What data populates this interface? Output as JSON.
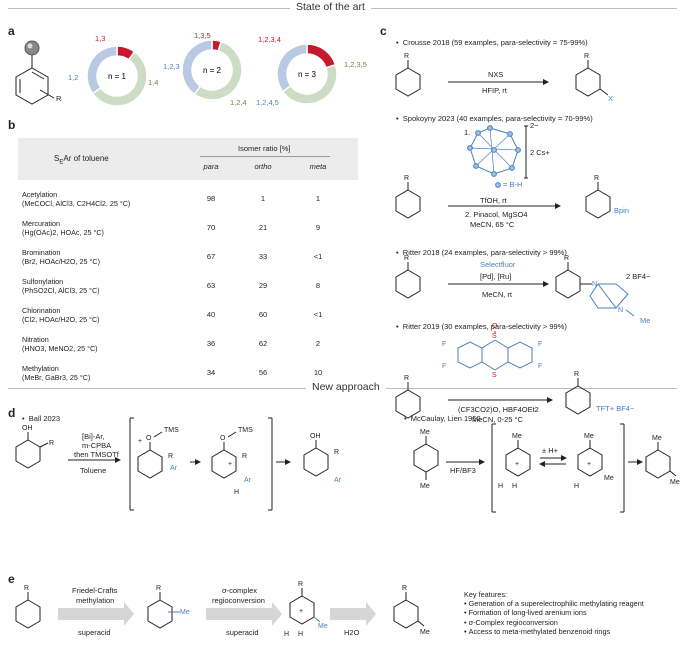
{
  "sections": {
    "top": "State of the art",
    "bottom": "New approach"
  },
  "panels": {
    "a": "a",
    "b": "b",
    "c": "c",
    "d": "d",
    "e": "e"
  },
  "donuts": [
    {
      "label": "n = 1",
      "segments": [
        {
          "name": "1,3",
          "value": 0.1,
          "color": "#c8182b"
        },
        {
          "name": "1,4",
          "value": 0.55,
          "color": "#cddcc5"
        },
        {
          "name": "1,2",
          "value": 0.35,
          "color": "#b9c9e3"
        }
      ]
    },
    {
      "label": "n = 2",
      "segments": [
        {
          "name": "1,3,5",
          "value": 0.05,
          "color": "#c8182b"
        },
        {
          "name": "1,2,4",
          "value": 0.55,
          "color": "#cddcc5"
        },
        {
          "name": "1,2,3",
          "value": 0.4,
          "color": "#b9c9e3"
        }
      ]
    },
    {
      "label": "n = 3",
      "segments": [
        {
          "name": "1,2,3,4",
          "value": 0.2,
          "color": "#c8182b"
        },
        {
          "name": "1,2,3,5",
          "value": 0.45,
          "color": "#cddcc5"
        },
        {
          "name": "1,2,4,5",
          "value": 0.35,
          "color": "#b9c9e3"
        }
      ]
    }
  ],
  "donut_labels": {
    "d1_red": "1,3",
    "d1_blue": "1,2",
    "d1_olive": "1,4",
    "d2_red": "1,3,5",
    "d2_blue": "1,2,3",
    "d2_olive": "1,2,4",
    "d3_red": "1,2,3,4",
    "d3_olive": "1,2,3,5",
    "d3_blue": "1,2,4,5"
  },
  "panel_a_sub": "R",
  "table": {
    "header": "SEAr of toluene",
    "ratio_header": "Isomer ratio [%]",
    "cols": [
      "para",
      "ortho",
      "meta"
    ],
    "rows": [
      {
        "name": "Acetylation",
        "cond": "(MeCOCl, AlCl3, C2H4Cl2, 25 °C)",
        "para": "98",
        "ortho": "1",
        "meta": "1"
      },
      {
        "name": "Mercuration",
        "cond": "(Hg(OAc)2, HOAc, 25 °C)",
        "para": "70",
        "ortho": "21",
        "meta": "9"
      },
      {
        "name": "Bromination",
        "cond": "(Br2, HOAc/H2O, 25 °C)",
        "para": "67",
        "ortho": "33",
        "meta": "<1"
      },
      {
        "name": "Sulfonylation",
        "cond": "(PhSO2Cl, AlCl3, 25 °C)",
        "para": "63",
        "ortho": "29",
        "meta": "8"
      },
      {
        "name": "Chlorination",
        "cond": "(Cl2, HOAc/H2O, 25 °C)",
        "para": "40",
        "ortho": "60",
        "meta": "<1"
      },
      {
        "name": "Nitration",
        "cond": "(HNO3, MeNO2, 25 °C)",
        "para": "36",
        "ortho": "62",
        "meta": "2"
      },
      {
        "name": "Methylation",
        "cond": "(MeBr, GaBr3, 25 °C)",
        "para": "34",
        "ortho": "56",
        "meta": "10"
      }
    ]
  },
  "panel_c": [
    {
      "title": "Crousse 2018 (59 examples, para-selectivity = 75-99%)",
      "above": "NXS",
      "below": "HFIP, rt",
      "product_sub": "X"
    },
    {
      "title": "Spokoyny 2023 (40 examples, para-selectivity = 70-99%)",
      "above": "1.",
      "below1": "TfOH, rt",
      "below2": "2. Pinacol, MgSO4",
      "below3": "MeCN, 65 °C",
      "product_sub": "Bpin",
      "cs": "2 Cs+",
      "bh": "= B-H",
      "charge": "2−"
    },
    {
      "title": "Ritter 2018 (24 examples, para-selectivity > 99%)",
      "above1": "Selectfluor",
      "above2": "[Pd], [Ru]",
      "below": "MeCN, rt",
      "product_sub": "2 BF4−",
      "me": "Me"
    },
    {
      "title": "Ritter 2019 (30 examples, para-selectivity > 99%)",
      "below1": "(CF3CO2)O, HBF4OEt2",
      "below2": "MeCN, 0-25 °C",
      "product_sub": "TFT+  BF4−"
    }
  ],
  "panel_d": {
    "ball": "Ball 2023",
    "ball_above1": "[Bi]-Ar,",
    "ball_above2": "m-CPBA",
    "ball_above3": "then TMSOTf",
    "ball_below": "Toluene",
    "mccaulay": "McCaulay, Lien 1952",
    "mc_above": "HF/BF3",
    "mc_eq": "± H+"
  },
  "panel_e": {
    "step1_above1": "Friedel-Crafts",
    "step1_above2": "methylation",
    "step1_below": "superacid",
    "step2_above1": "σ-complex",
    "step2_above2": "regioconversion",
    "step2_below": "superacid",
    "step3": "H2O",
    "features_title": "Key features:",
    "features": [
      "Generation of a superelectrophilic methylating reagent",
      "Formation of long-lived arenium ions",
      "σ-Complex regioconversion",
      "Access to meta-methylated benzenoid rings"
    ]
  },
  "colors": {
    "red": "#c8182b",
    "blue": "#4a7fc1",
    "green": "#cddcc5",
    "lightblue": "#b9c9e3",
    "grey_arrow": "#d0d0d0"
  }
}
